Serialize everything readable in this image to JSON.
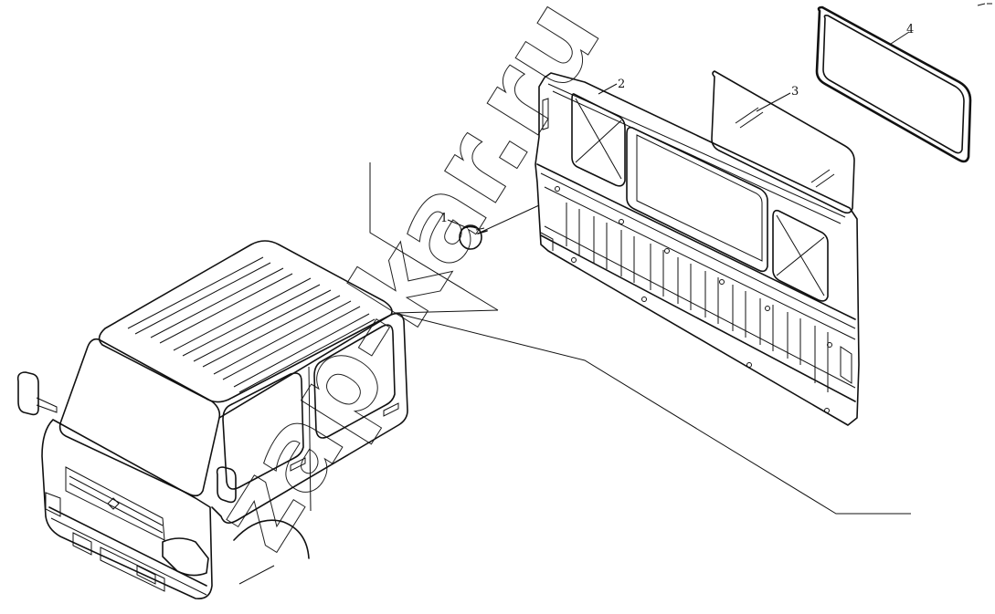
{
  "diagram": {
    "callouts": [
      {
        "id": "1",
        "label": "1"
      },
      {
        "id": "2",
        "label": "2"
      },
      {
        "id": "3",
        "label": "3"
      },
      {
        "id": "4",
        "label": "4"
      }
    ],
    "watermark": "zap-kar.ru"
  }
}
